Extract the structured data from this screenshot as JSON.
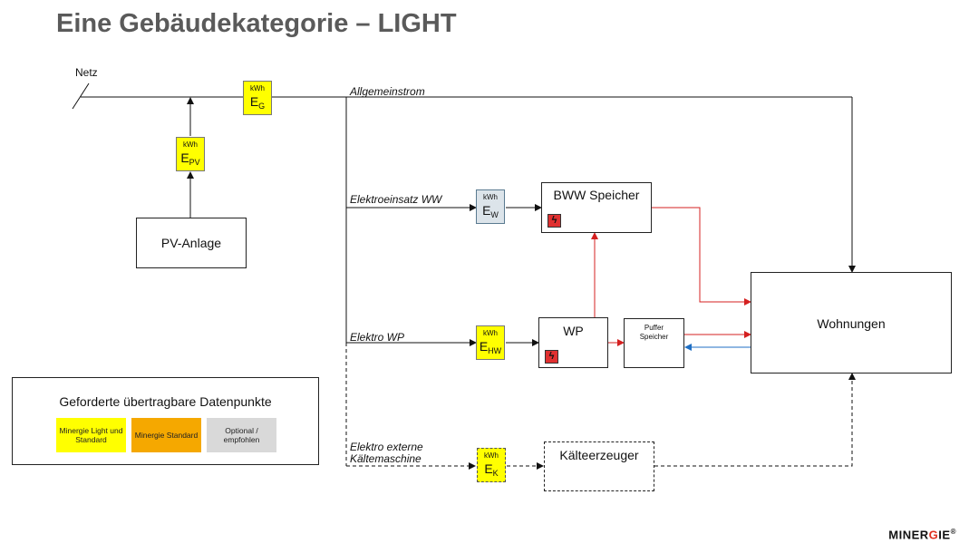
{
  "title": "Eine Gebäudekategorie – LIGHT",
  "labels": {
    "netz": "Netz",
    "allgemeinstrom": "Allgemeinstrom",
    "elektroeinsatz_ww": "Elektroeinsatz WW",
    "elektro_wp": "Elektro WP",
    "elektro_externe_line1": "Elektro externe",
    "elektro_externe_line2": "Kältemaschine"
  },
  "meters": {
    "unit": "kWh",
    "eg": {
      "letter": "E",
      "sub": "G"
    },
    "epv": {
      "letter": "E",
      "sub": "PV"
    },
    "ew": {
      "letter": "E",
      "sub": "W"
    },
    "ehw": {
      "letter": "E",
      "sub": "HW"
    },
    "ek": {
      "letter": "E",
      "sub": "K"
    }
  },
  "boxes": {
    "pv_anlage": "PV-Anlage",
    "bww_speicher": "BWW Speicher",
    "wp": "WP",
    "puffer_line1": "Puffer",
    "puffer_line2": "Speicher",
    "wohnungen": "Wohnungen",
    "kaelteerzeuger": "Kälteerzeuger",
    "heater_glyph": "ϟ"
  },
  "legend": {
    "heading": "Geforderte übertragbare Datenpunkte",
    "items": [
      {
        "label": "Minergie Light und Standard",
        "color": "#ffff00",
        "text_color": "#222222"
      },
      {
        "label": "Minergie Standard",
        "color": "#f5a800",
        "text_color": "#222222"
      },
      {
        "label": "Optional / empfohlen",
        "color": "#d9d9d9",
        "text_color": "#222222"
      }
    ]
  },
  "colors": {
    "electric_line": "#111111",
    "heat_flow": "#d42020",
    "return_flow": "#1f6fc4",
    "meter_required": "#ffff00",
    "meter_optional": "#dce4ea"
  },
  "logo": {
    "text_a": "MINER",
    "text_g": "G",
    "text_b": "IE",
    "mark": "®"
  }
}
